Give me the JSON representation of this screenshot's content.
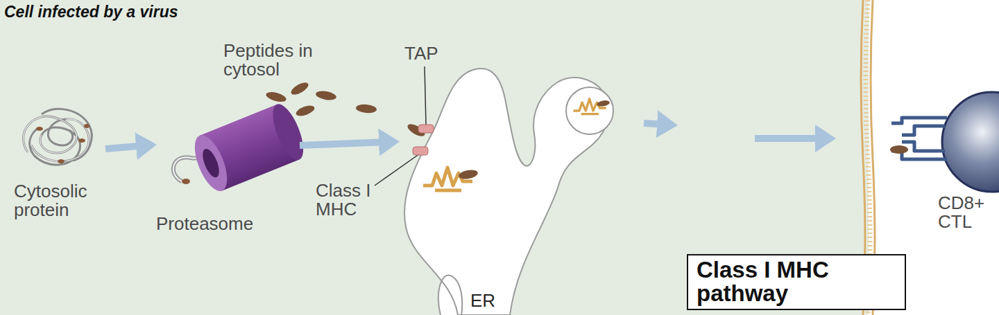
{
  "diagram": {
    "title": "Cell infected by a virus",
    "nodes": [
      {
        "text": [
          "Cytosolic protein"
        ]
      },
      {
        "text": [
          "Proteasome"
        ]
      },
      {
        "text": [
          "ER"
        ]
      },
      {
        "text": [
          "CD8+ CTL"
        ]
      },
      {
        "text": [
          "Class I MHC pathway"
        ]
      }
    ],
    "edges": [
      {
        "from": 0,
        "to": 1,
        "arrow": "to"
      },
      {
        "from": 1,
        "to": 2,
        "arrow": "to"
      }
    ],
    "labels": [
      "Peptides in cytosol",
      "TAP",
      "Class I MHC"
    ]
  }
}
